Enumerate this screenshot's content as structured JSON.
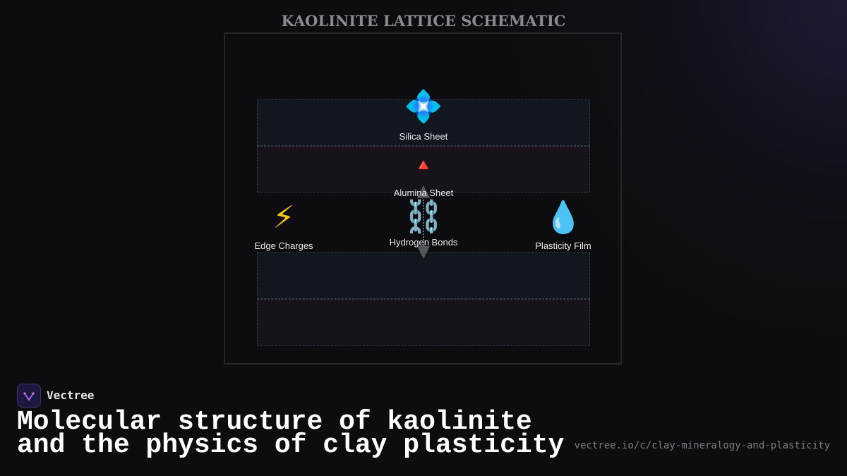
{
  "diagram": {
    "title": "KAOLINITE LATTICE SCHEMATIC",
    "nodes": {
      "silica": {
        "label": "Silica Sheet",
        "icon": "💠",
        "icon_name": "diamond-with-dot-icon"
      },
      "alumina": {
        "label": "Alumina Sheet",
        "icon": "🔺",
        "icon_name": "red-triangle-icon"
      },
      "edge": {
        "label": "Edge Charges",
        "icon": "⚡",
        "icon_name": "lightning-icon"
      },
      "hydrogen": {
        "label": "Hydrogen Bonds",
        "icon": "⛓️",
        "icon_name": "chain-icon"
      },
      "plasticity": {
        "label": "Plasticity Film",
        "icon": "💧",
        "icon_name": "droplet-icon"
      }
    },
    "colors": {
      "silica_layer": "#12161f",
      "alumina_layer": "#18131a",
      "frame_border": "#26262b"
    }
  },
  "footer": {
    "brand": "Vectree",
    "headline": "Molecular structure of kaolinite and the physics of clay plasticity",
    "url": "vectree.io/c/clay-mineralogy-and-plasticity"
  }
}
